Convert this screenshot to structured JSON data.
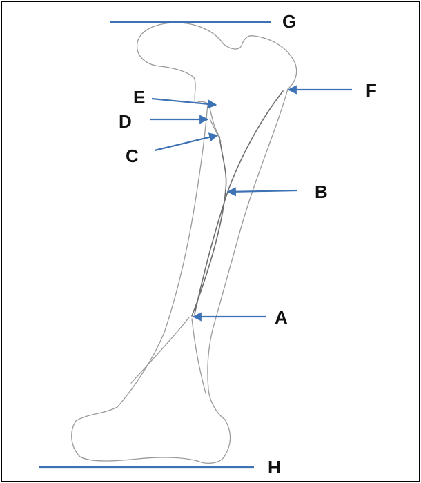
{
  "colors": {
    "arrow": "#3d72b4",
    "bone_outline": "#9a9a9a",
    "label_text": "#111111",
    "border": "#000000"
  },
  "labels": {
    "A": "A",
    "B": "B",
    "C": "C",
    "D": "D",
    "E": "E",
    "F": "F",
    "G": "G",
    "H": "H"
  }
}
